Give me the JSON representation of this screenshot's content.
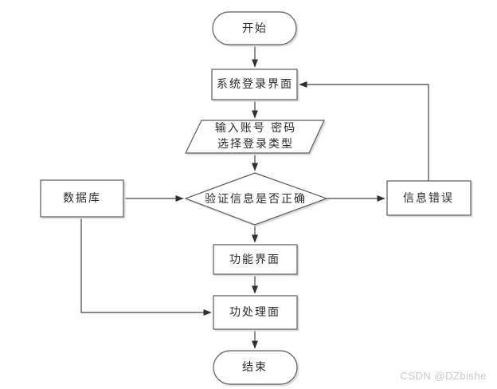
{
  "colors": {
    "background": "#ffffff",
    "shape_border": "#5a5a5a",
    "connector": "#454545",
    "arrowhead": "#2f2f2f",
    "text": "#2b2b2b",
    "watermark": "#c8c8c8"
  },
  "nodes": {
    "start": {
      "type": "terminator",
      "label": "开始"
    },
    "login_screen": {
      "type": "process",
      "label": "系统登录界面"
    },
    "input": {
      "type": "input-output",
      "line1": "输入账号 密码",
      "line2": "选择登录类型"
    },
    "verify": {
      "type": "decision",
      "label": "验证信息是否正确"
    },
    "database": {
      "type": "process",
      "label": "数据库"
    },
    "info_error": {
      "type": "process",
      "label": "信息错误"
    },
    "function_screen": {
      "type": "process",
      "label": "功能界面"
    },
    "process_screen": {
      "type": "process",
      "label": "功处理面"
    },
    "end": {
      "type": "terminator",
      "label": "结束"
    }
  },
  "watermark": {
    "text": "CSDN @DZbishe"
  }
}
